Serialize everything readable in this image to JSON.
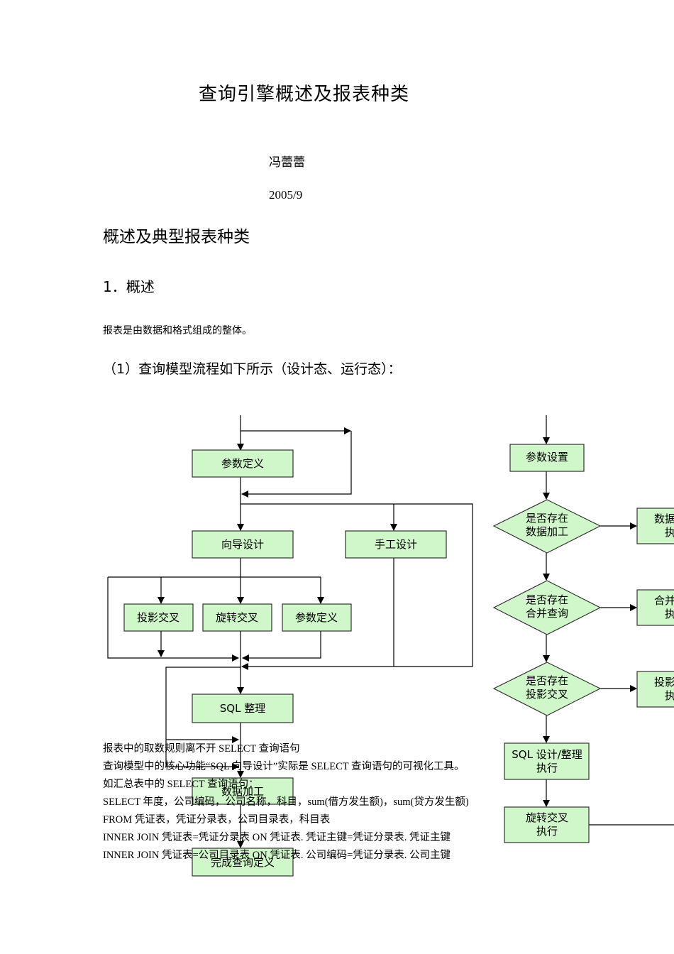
{
  "doc": {
    "title": "查询引擎概述及报表种类",
    "author": "冯蕾蕾",
    "date": "2005/9",
    "section": "概述及典型报表种类",
    "subsection": "1．概述",
    "intro": "报表是由数据和格式组成的整体。",
    "flow_heading": "（1）查询模型流程如下所示（设计态、运行态）："
  },
  "design_flow": {
    "param_def": "参数定义",
    "wizard": "向导设计",
    "manual": "手工设计",
    "projection": "投影交叉",
    "rotation": "旋转交叉",
    "param_def2": "参数定义",
    "sql": "SQL 整理",
    "data_proc": "数据加工",
    "finish": "完成查询定义"
  },
  "runtime_flow": {
    "param_set": "参数设置",
    "q1_line1": "是否存在",
    "q1_line2": "数据加工",
    "q2_line1": "是否存在",
    "q2_line2": "合并查询",
    "q3_line1": "是否存在",
    "q3_line2": "投影交叉",
    "sql_line1": "SQL 设计/整理",
    "sql_line2": "执行",
    "rot_line1": "旋转交叉",
    "rot_line2": "执行",
    "side1_line1": "数据",
    "side1_line2": "执",
    "side2_line1": "合并",
    "side2_line2": "执",
    "side3_line1": "投影",
    "side3_line2": "执"
  },
  "text_lines": [
    "报表中的取数规则离不开 SELECT 查询语句",
    "查询模型中的核心功能“SQL 向导设计”实际是 SELECT 查询语句的可视化工具。",
    "如汇总表中的 SELECT 查询语句：",
    "SELECT  年度，公司编码，公司名称，科目，sum(借方发生额)，sum(贷方发生额)",
    "FROM  凭证表，凭证分录表，公司目录表，科目表",
    "INNER JOIN  凭证表=凭证分录表  ON 凭证表. 凭证主键=凭证分录表. 凭证主键",
    "INNER JOIN  凭证表=公司目录表   ON 凭证表. 公司编码=凭证分录表. 公司主键"
  ]
}
